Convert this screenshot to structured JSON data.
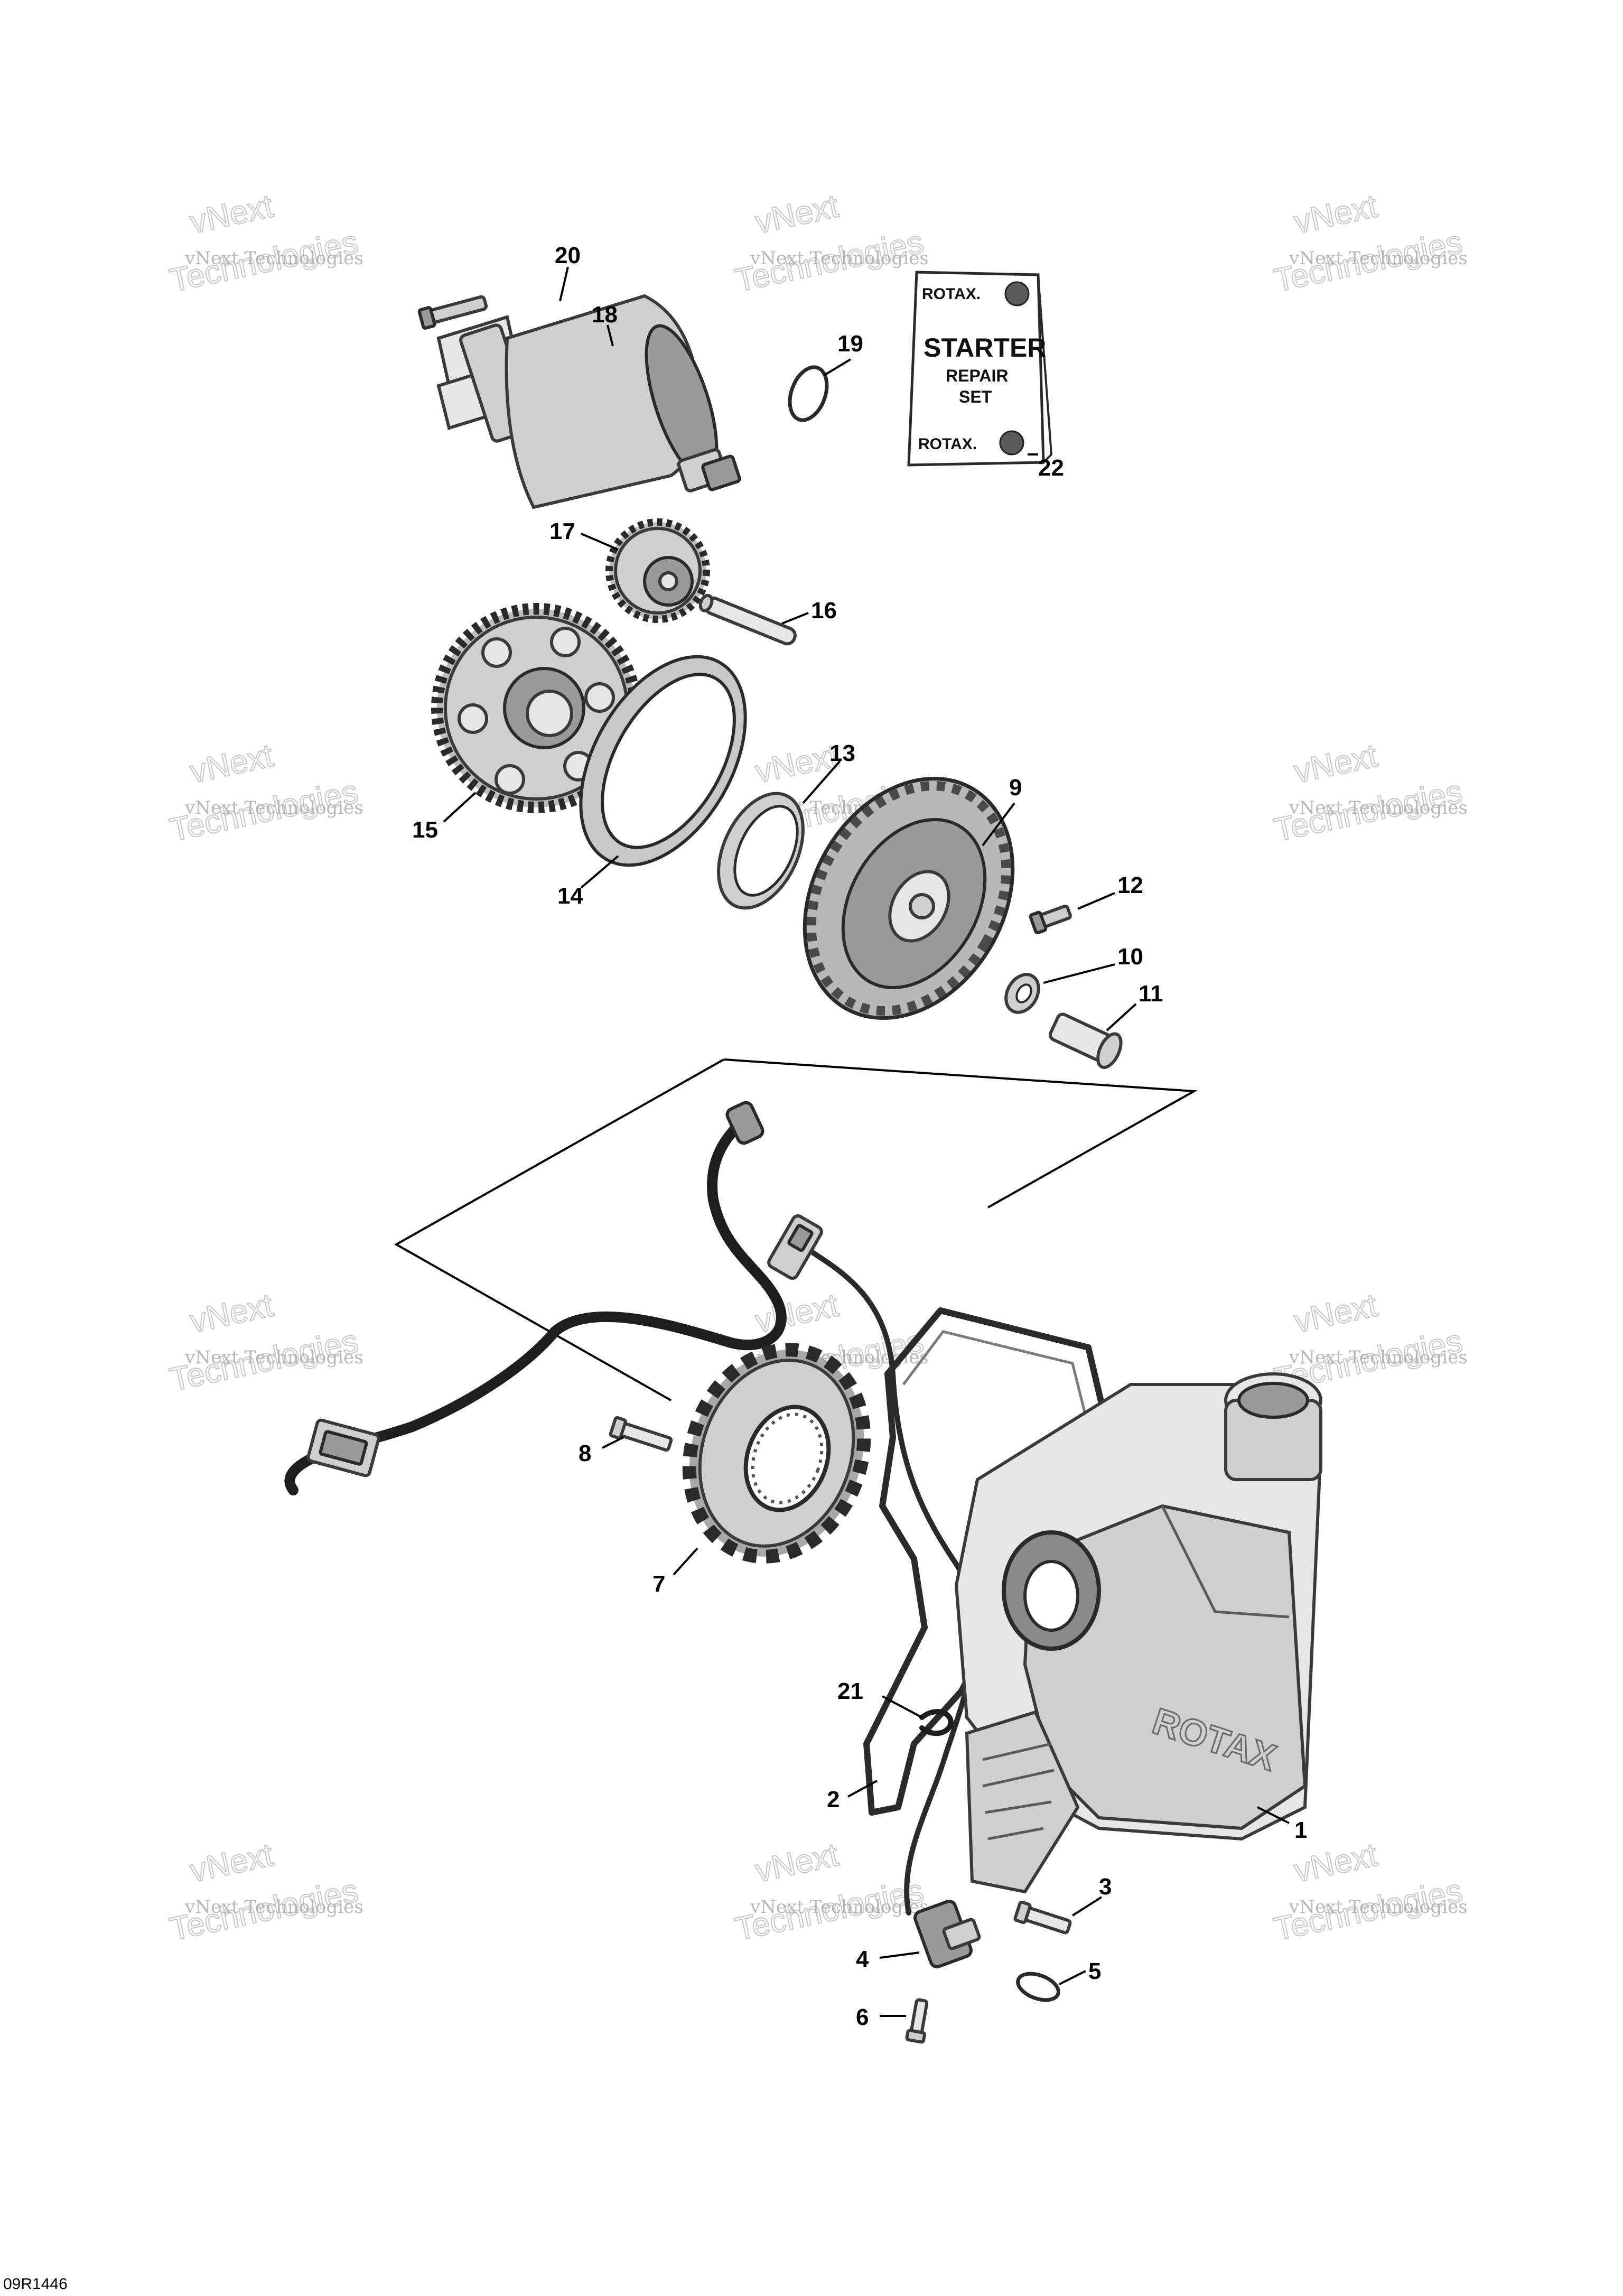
{
  "watermark": {
    "line1": "vNext",
    "line2": "vNext Technologies",
    "line3": "Technologies"
  },
  "repair_card": {
    "brand_top": "ROTAX.",
    "title": "STARTER",
    "line2": "REPAIR",
    "line3": "SET",
    "brand_bottom": "ROTAX."
  },
  "callouts": [
    "1",
    "2",
    "3",
    "4",
    "5",
    "6",
    "7",
    "8",
    "9",
    "10",
    "11",
    "12",
    "13",
    "14",
    "15",
    "16",
    "17",
    "18",
    "19",
    "20",
    "21",
    "22"
  ],
  "reference_code": "09R1446"
}
